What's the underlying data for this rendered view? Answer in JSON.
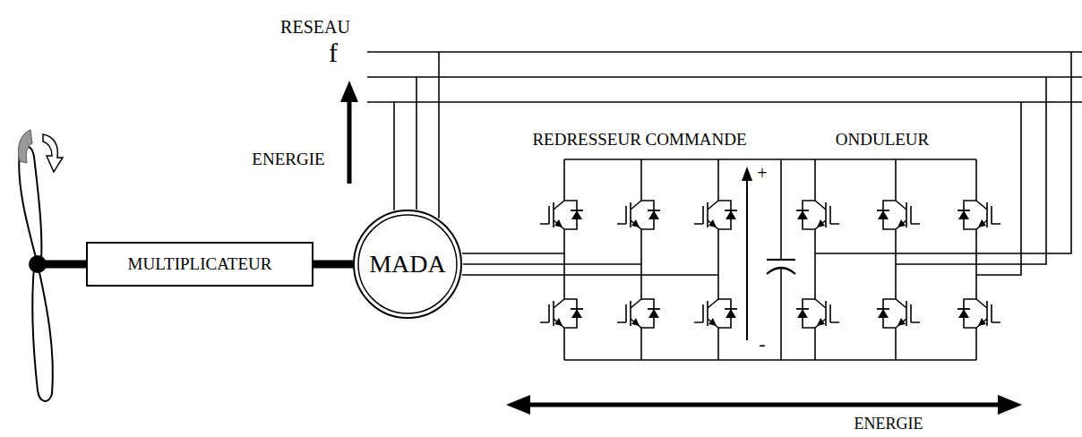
{
  "diagram": {
    "nodes": [
      {
        "text": [
          "MULTIPLICATEUR"
        ]
      },
      {
        "text": [
          "MADA"
        ]
      }
    ],
    "edges": [
      {
        "from": 0,
        "to": 1,
        "arrow": "none"
      }
    ],
    "labels": [
      "RESEAU",
      "f",
      "ENERGIE",
      "REDRESSEUR COMMANDE",
      "ONDULEUR",
      "+",
      "-",
      "ENERGIE"
    ]
  }
}
